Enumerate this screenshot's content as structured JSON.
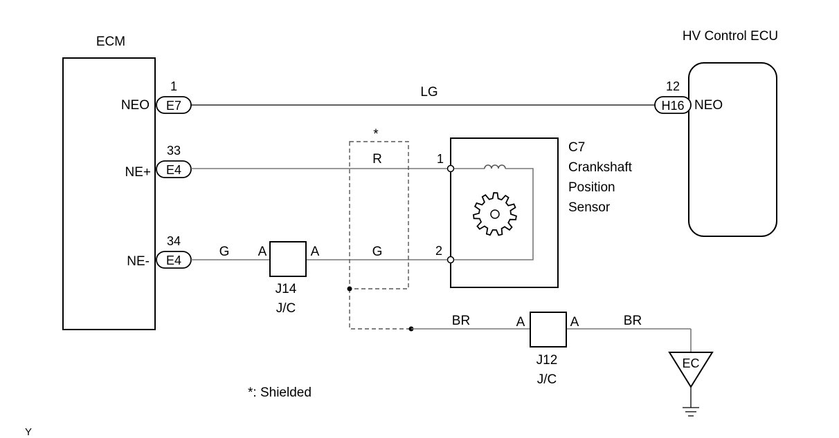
{
  "ecm": {
    "title": "ECM",
    "pins": [
      {
        "label": "NEO",
        "connector": "E7",
        "pin_no": "1"
      },
      {
        "label": "NE+",
        "connector": "E4",
        "pin_no": "33"
      },
      {
        "label": "NE-",
        "connector": "E4",
        "pin_no": "34"
      }
    ]
  },
  "hv_ecu": {
    "title": "HV Control ECU",
    "pin_label": "NEO",
    "connector": "H16",
    "pin_no": "12"
  },
  "sensor": {
    "code": "C7",
    "name_lines": [
      "Crankshaft",
      "Position",
      "Sensor"
    ],
    "pins": [
      "1",
      "2"
    ]
  },
  "wires": {
    "neo": "LG",
    "ne_plus": "R",
    "ne_minus_left": "G",
    "ne_minus_right": "G",
    "ground_left": "BR",
    "ground_right": "BR"
  },
  "junction_j14": {
    "name": "J14",
    "type": "J/C",
    "left_pin": "A",
    "right_pin": "A"
  },
  "junction_j12": {
    "name": "J12",
    "type": "J/C",
    "left_pin": "A",
    "right_pin": "A"
  },
  "ground": {
    "label": "EC"
  },
  "shield": {
    "marker": "*",
    "note": "*: Shielded"
  },
  "corner_mark": "Y"
}
